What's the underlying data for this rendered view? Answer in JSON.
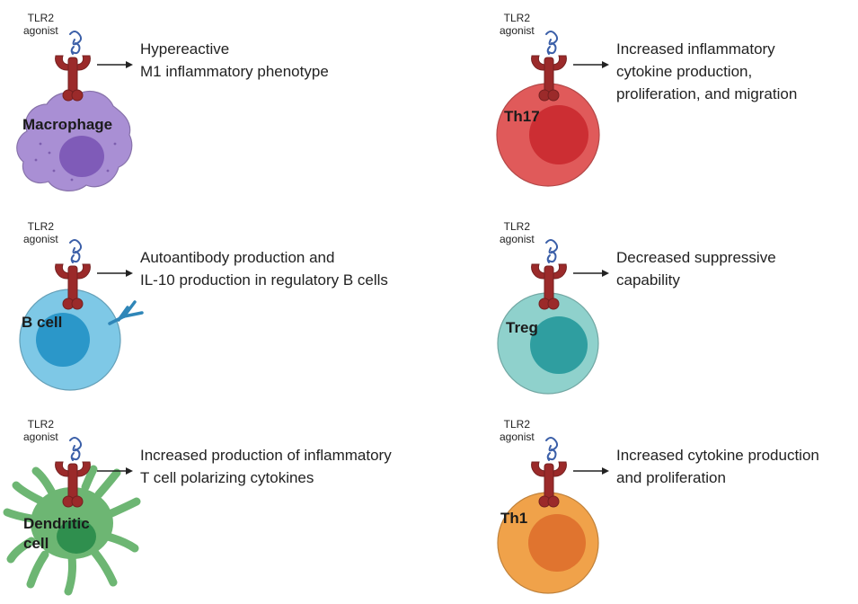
{
  "agonist_label_line1": "TLR2",
  "agonist_label_line2": "agonist",
  "panels": [
    {
      "cell": "Macrophage",
      "effect": "Hypereactive\nM1 inflammatory phenotype",
      "body_color": "#a98fd4",
      "nucleus_color": "#7f5bb8"
    },
    {
      "cell": "Th17",
      "effect": "Increased inflammatory\ncytokine production,\nproliferation, and migration",
      "body_color": "#e05a5a",
      "nucleus_color": "#cc2e33"
    },
    {
      "cell": "B cell",
      "effect": "Autoantibody production and\nIL-10 production in regulatory B cells",
      "body_color": "#7ec8e6",
      "nucleus_color": "#2b97c9"
    },
    {
      "cell": "Treg",
      "effect": "Decreased suppressive\ncapability",
      "body_color": "#8fd1cc",
      "nucleus_color": "#2f9ea0"
    },
    {
      "cell": "Dendritic\ncell",
      "effect": "Increased production of inflammatory\nT cell polarizing cytokines",
      "body_color": "#6db673",
      "nucleus_color": "#2f8f4e"
    },
    {
      "cell": "Th1",
      "effect": "Increased cytokine production\nand proliferation",
      "body_color": "#f0a24a",
      "nucleus_color": "#e0742f"
    }
  ],
  "receptor_color": "#9b2a2a",
  "agonist_color": "#3b5fa8",
  "antibody_color": "#2f86b8"
}
